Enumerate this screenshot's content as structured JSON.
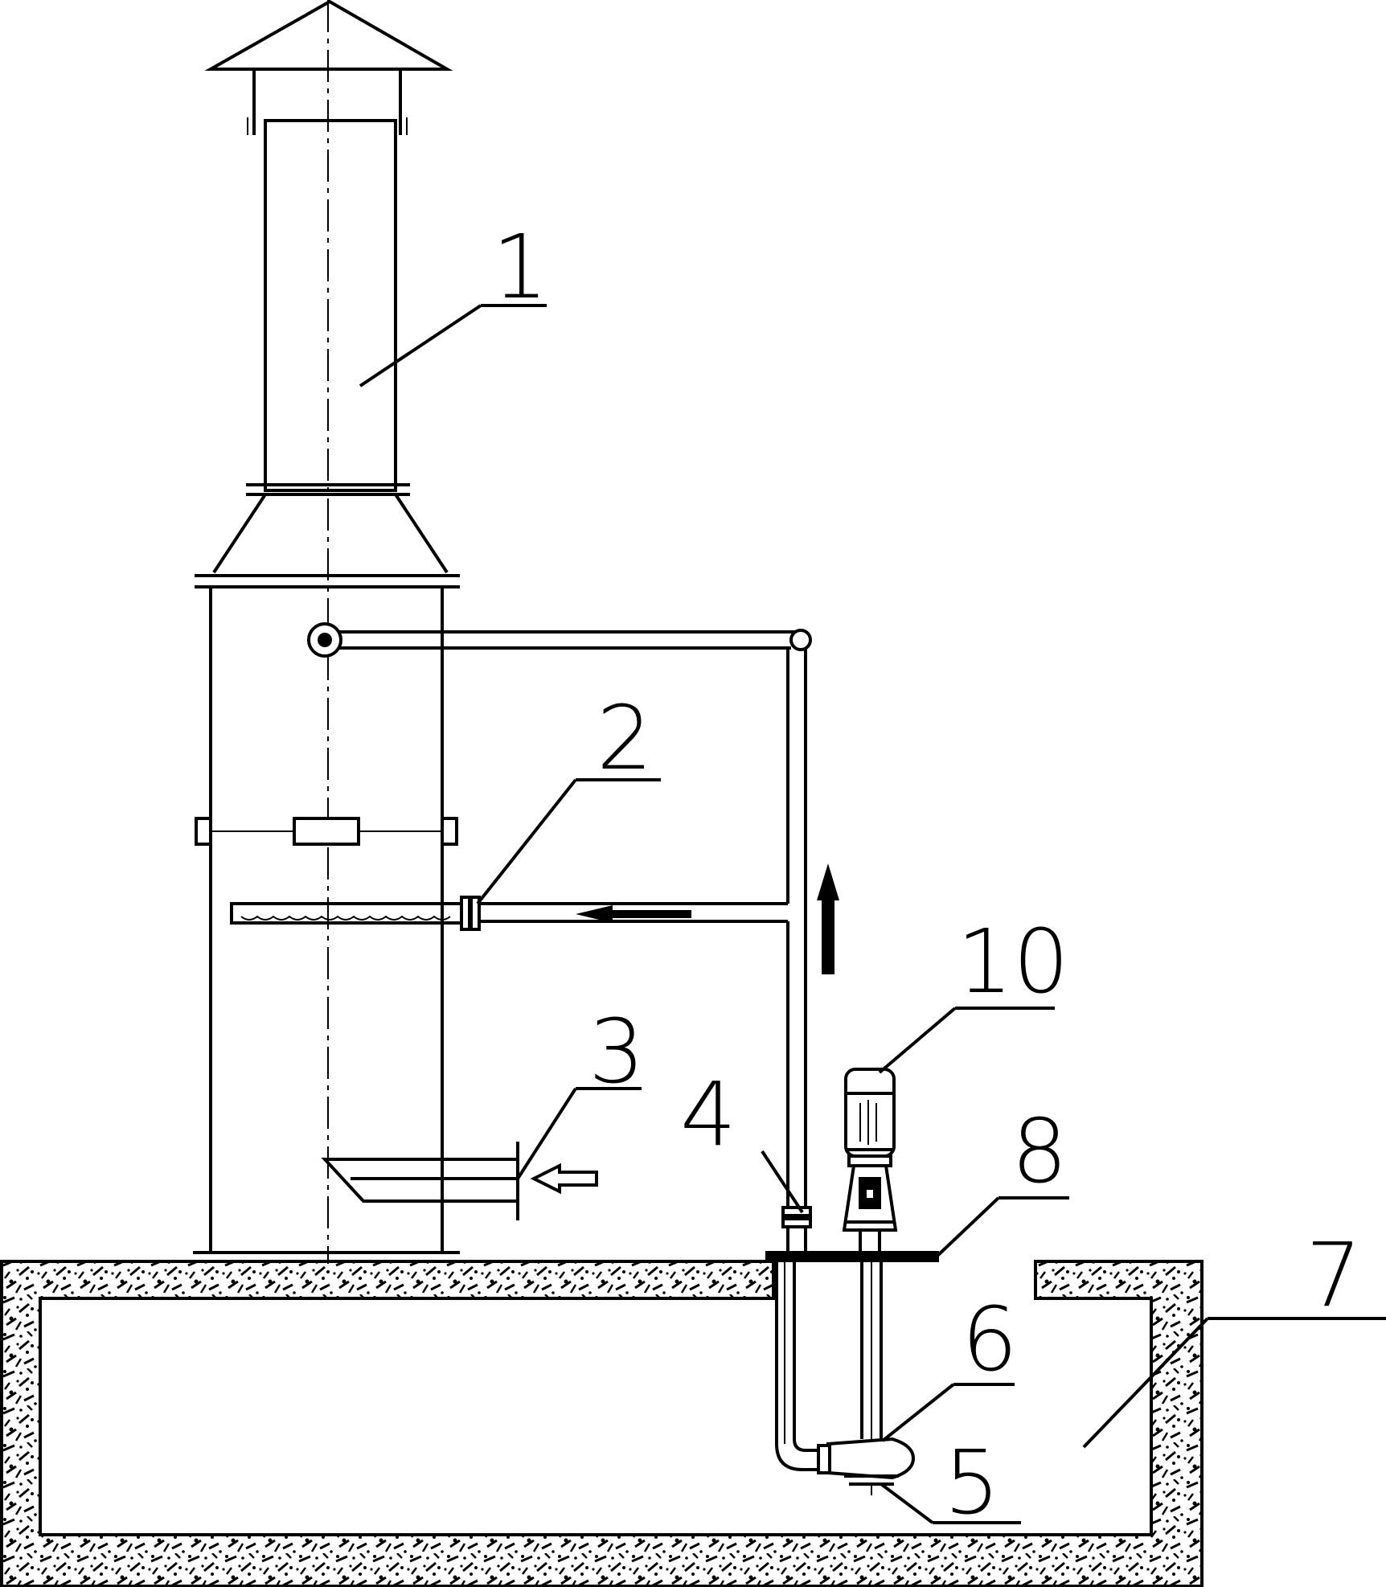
{
  "labels": {
    "l1": "1",
    "l2": "2",
    "l3": "3",
    "l4": "4",
    "l5": "5",
    "l6": "6",
    "l7": "7",
    "l8": "8",
    "l10": "10"
  },
  "colors": {
    "line": "#000000",
    "background": "#ffffff"
  }
}
